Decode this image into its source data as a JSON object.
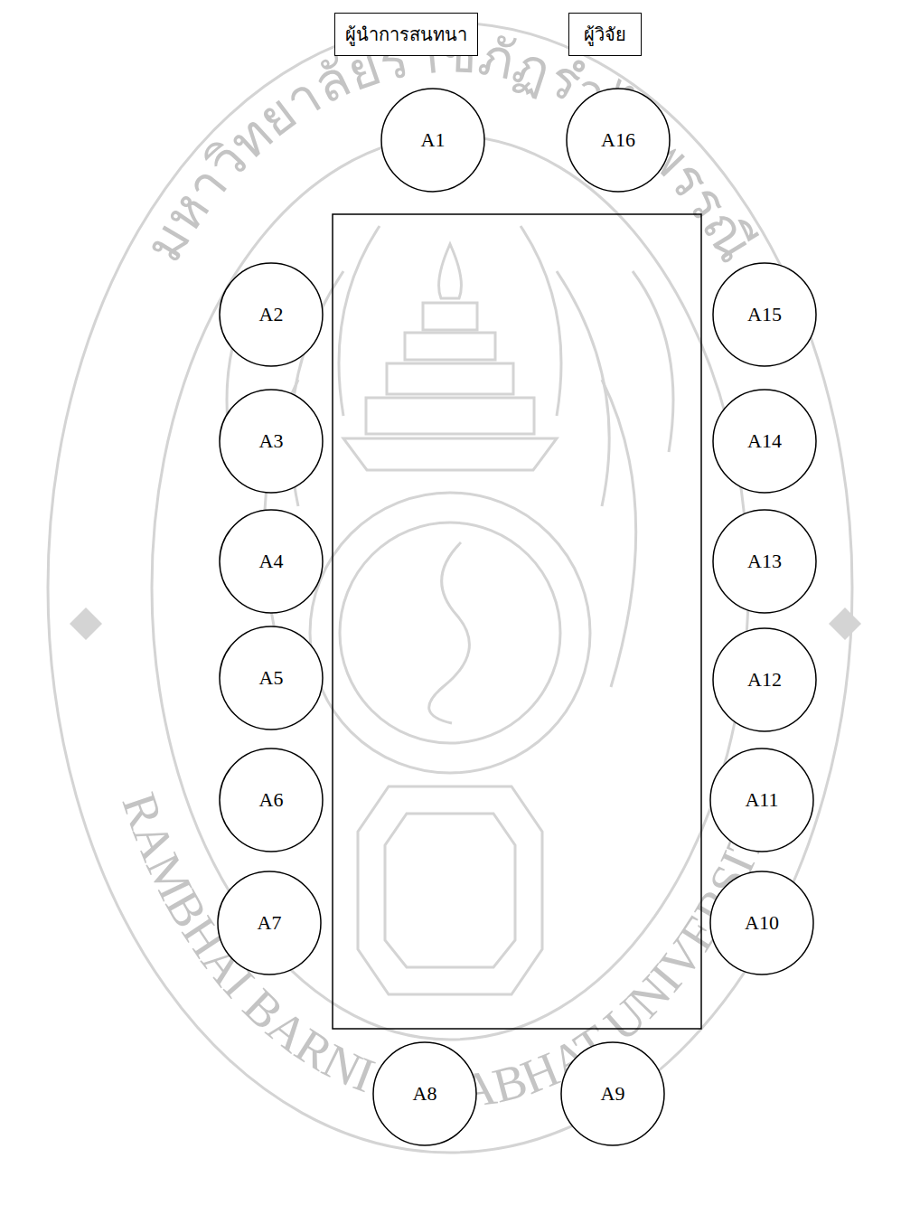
{
  "diagram": {
    "nodes": [
      {
        "text": [
          "ผู้นำการสนทนา"
        ]
      },
      {
        "text": [
          "ผู้วิจัย"
        ]
      },
      {
        "text": [
          "A1"
        ]
      },
      {
        "text": [
          "A16"
        ]
      },
      {
        "text": [
          "A2"
        ]
      },
      {
        "text": [
          "A15"
        ]
      },
      {
        "text": [
          "A3"
        ]
      },
      {
        "text": [
          "A14"
        ]
      },
      {
        "text": [
          "A4"
        ]
      },
      {
        "text": [
          "A13"
        ]
      },
      {
        "text": [
          "A5"
        ]
      },
      {
        "text": [
          "A12"
        ]
      },
      {
        "text": [
          "A6"
        ]
      },
      {
        "text": [
          "A11"
        ]
      },
      {
        "text": [
          "A7"
        ]
      },
      {
        "text": [
          "A10"
        ]
      },
      {
        "text": [
          "A8"
        ]
      },
      {
        "text": [
          "A9"
        ]
      }
    ],
    "labels": [
      "มหาวิทยาลัยราชภัฏรำไพพรรณี",
      "RAMBHAI BARNI RAJABHAT UNIVERSITY"
    ]
  }
}
